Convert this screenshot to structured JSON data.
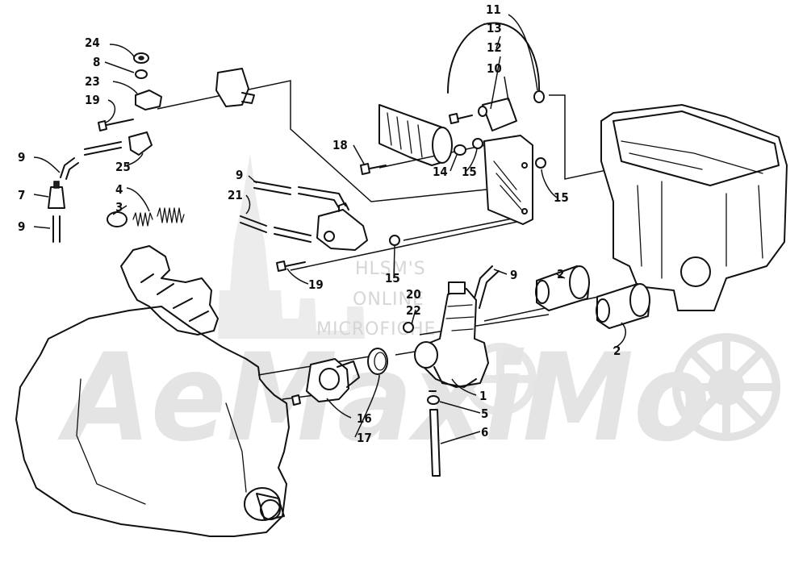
{
  "watermark": {
    "line1": "HLSM'S",
    "line2": "ONLINE",
    "line3": "MICROFICHE",
    "brand": "AeMaxiMo"
  },
  "callouts": [
    {
      "id": "c1",
      "text": "1"
    },
    {
      "id": "c2a",
      "text": "2"
    },
    {
      "id": "c2b",
      "text": "2"
    },
    {
      "id": "c3",
      "text": "3"
    },
    {
      "id": "c4",
      "text": "4"
    },
    {
      "id": "c5",
      "text": "5"
    },
    {
      "id": "c6",
      "text": "6"
    },
    {
      "id": "c7",
      "text": "7"
    },
    {
      "id": "c8",
      "text": "8"
    },
    {
      "id": "c9a",
      "text": "9"
    },
    {
      "id": "c9b",
      "text": "9"
    },
    {
      "id": "c9c",
      "text": "9"
    },
    {
      "id": "c9d",
      "text": "9"
    },
    {
      "id": "c10",
      "text": "10"
    },
    {
      "id": "c11",
      "text": "11"
    },
    {
      "id": "c12",
      "text": "12"
    },
    {
      "id": "c13",
      "text": "13"
    },
    {
      "id": "c14",
      "text": "14"
    },
    {
      "id": "c15a",
      "text": "15"
    },
    {
      "id": "c15b",
      "text": "15"
    },
    {
      "id": "c15c",
      "text": "15"
    },
    {
      "id": "c16",
      "text": "16"
    },
    {
      "id": "c17",
      "text": "17"
    },
    {
      "id": "c18",
      "text": "18"
    },
    {
      "id": "c19a",
      "text": "19"
    },
    {
      "id": "c19b",
      "text": "19"
    },
    {
      "id": "c20",
      "text": "20"
    },
    {
      "id": "c21",
      "text": "21"
    },
    {
      "id": "c22",
      "text": "22"
    },
    {
      "id": "c23",
      "text": "23"
    },
    {
      "id": "c24",
      "text": "24"
    },
    {
      "id": "c25",
      "text": "25"
    }
  ]
}
